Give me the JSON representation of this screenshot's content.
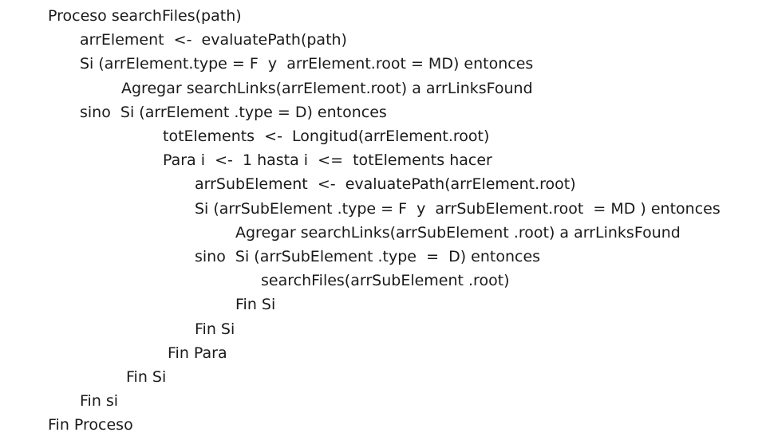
{
  "code": {
    "lines": [
      "Proceso searchFiles(path)",
      "arrElement  <-  evaluatePath(path)",
      "Si (arrElement.type = F  y  arrElement.root = MD) entonces",
      "Agregar searchLinks(arrElement.root) a arrLinksFound",
      "sino  Si (arrElement .type = D) entonces",
      "totElements  <-  Longitud(arrElement.root)",
      "Para i  <-  1 hasta i  <=  totElements hacer",
      "arrSubElement  <-  evaluatePath(arrElement.root)",
      "Si (arrSubElement .type = F  y  arrSubElement.root  = MD ) entonces",
      "Agregar searchLinks(arrSubElement .root) a arrLinksFound",
      "sino  Si (arrSubElement .type  =  D) entonces",
      "searchFiles(arrSubElement .root)",
      "Fin Si",
      "Fin Si",
      "Fin Para",
      "Fin Si",
      "Fin si",
      "Fin Proceso"
    ]
  }
}
